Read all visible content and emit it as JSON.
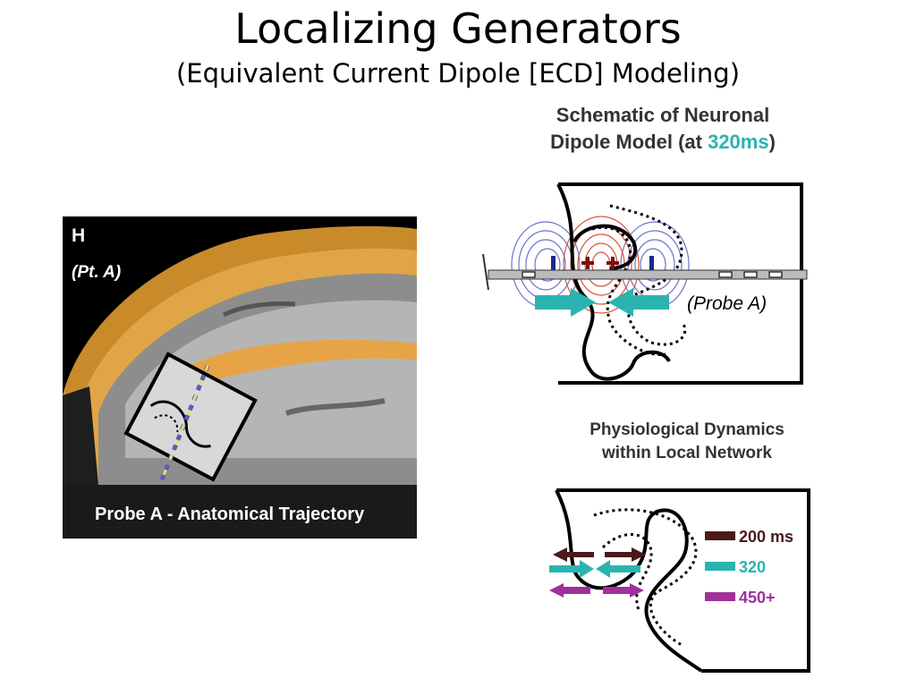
{
  "title": "Localizing Generators",
  "subtitle": "(Equivalent Current Dipole [ECD] Modeling)",
  "mri": {
    "letter": "H",
    "patient": "(Pt. A)",
    "caption": "Probe A - Anatomical Trajectory"
  },
  "schematic": {
    "title_line1": "Schematic of Neuronal",
    "title_line2_pre": "Dipole Model (at ",
    "title_line2_time": "320ms",
    "title_line2_post": ")",
    "probe_label": "(Probe A)",
    "colors": {
      "accent": "#2bb3b0",
      "negative": "#6b74c9",
      "positive": "#d9543a"
    }
  },
  "physio": {
    "title_line1": "Physiological Dynamics",
    "title_line2": "within Local Network",
    "legend": [
      {
        "label": "200 ms",
        "color": "#4a1a1a"
      },
      {
        "label": "320",
        "color": "#2bb3b0"
      },
      {
        "label": "450+",
        "color": "#a0309a"
      }
    ]
  }
}
